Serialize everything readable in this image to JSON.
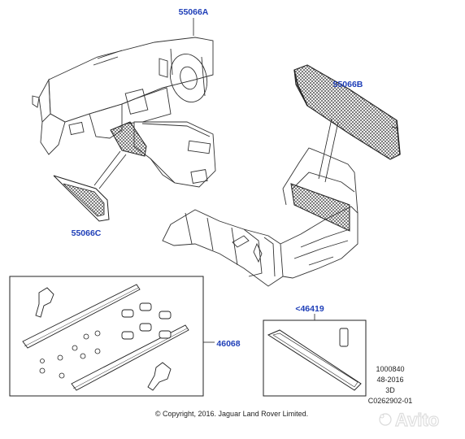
{
  "callouts": {
    "c55066a": "55066A",
    "c55066b": "55066B",
    "c55066c": "55066C",
    "c46068": "46068",
    "c46419": "<46419"
  },
  "meta": {
    "line1": "1000840",
    "line2": "48-2016",
    "line3": "3D",
    "line4": "C0262902-01"
  },
  "copyright": "© Copyright, 2016. Jaguar Land Rover Limited.",
  "watermark": "Avito",
  "colors": {
    "callout": "#1f3fb8",
    "line": "#222222",
    "net": "#333333"
  }
}
